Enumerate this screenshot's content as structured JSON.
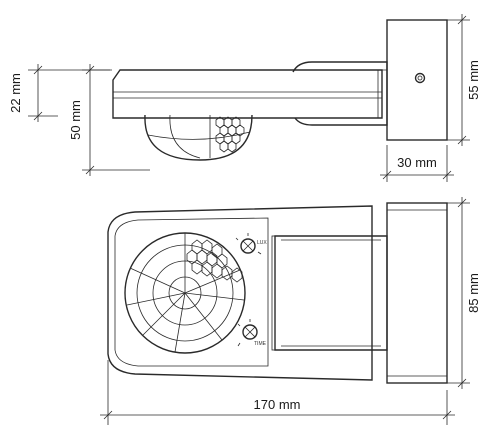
{
  "dimensions": {
    "lip_height": "22 mm",
    "body_height": "50 mm",
    "mount_height": "55 mm",
    "mount_depth": "30 mm",
    "mount_width": "85 mm",
    "overall_length": "170 mm"
  },
  "knobs": {
    "lux_label": "LUX",
    "time_label": "TIME"
  }
}
